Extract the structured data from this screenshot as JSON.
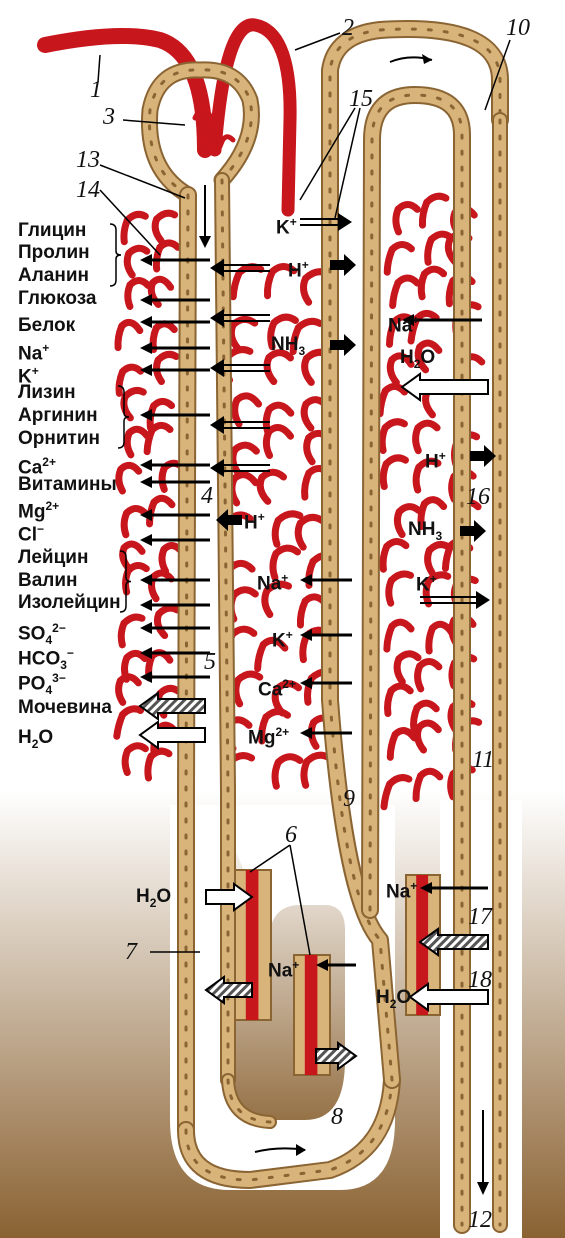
{
  "numbers": {
    "n1": "1",
    "n2": "2",
    "n3": "3",
    "n4": "4",
    "n5": "5",
    "n6": "6",
    "n7": "7",
    "n8": "8",
    "n9": "9",
    "n10": "10",
    "n11": "11",
    "n12": "12",
    "n13": "13",
    "n14": "14",
    "n15": "15",
    "n16": "16",
    "n17": "17",
    "n18": "18"
  },
  "left_substances": {
    "glycine": "Глицин",
    "proline": "Пролин",
    "alanine": "Аланин",
    "glucose": "Глюкоза",
    "protein": "Белок",
    "na": {
      "base": "Na",
      "sup": "+"
    },
    "k": {
      "base": "K",
      "sup": "+"
    },
    "lysine": "Лизин",
    "arginine": "Аргинин",
    "ornithine": "Орнитин",
    "ca": {
      "base": "Ca",
      "sup": "2+"
    },
    "vitamins": "Витамины",
    "mg": {
      "base": "Mg",
      "sup": "2+"
    },
    "cl": {
      "base": "Cl",
      "sup": "−"
    },
    "leucine": "Лейцин",
    "valine": "Валин",
    "isoleucine": "Изолейцин",
    "so4": {
      "base": "SO",
      "sub": "4",
      "sup": "2−"
    },
    "hco3": {
      "base": "HCO",
      "sub": "3",
      "sup": "−"
    },
    "po4": {
      "base": "PO",
      "sub": "4",
      "sup": "3−"
    },
    "urea": "Мочевина",
    "h2o": {
      "base": "H",
      "sub": "2",
      "tail": "O"
    }
  },
  "proximal_secretion": {
    "h": {
      "base": "H",
      "sup": "+"
    },
    "k": {
      "base": "K",
      "sup": "+"
    },
    "h2": {
      "base": "H",
      "sup": "+"
    },
    "nh3": {
      "base": "NH",
      "sub": "3"
    }
  },
  "ascending_limb": {
    "na": {
      "base": "Na",
      "sup": "+"
    },
    "k": {
      "base": "K",
      "sup": "+"
    },
    "ca": {
      "base": "Ca",
      "sup": "2+"
    },
    "mg": {
      "base": "Mg",
      "sup": "2+"
    }
  },
  "distal_and_collecting": {
    "na": {
      "base": "Na",
      "sup": "+"
    },
    "h2o": {
      "base": "H",
      "sub": "2",
      "tail": "O"
    },
    "h": {
      "base": "H",
      "sup": "+"
    },
    "nh3": {
      "base": "NH",
      "sub": "3"
    },
    "k": {
      "base": "K",
      "sup": "+"
    }
  },
  "medulla": {
    "h2o_desc": {
      "base": "H",
      "sub": "2",
      "tail": "O"
    },
    "na_asc": {
      "base": "Na",
      "sup": "+"
    },
    "na_coll": {
      "base": "Na",
      "sup": "+"
    },
    "h2o_coll": {
      "base": "H",
      "sub": "2",
      "tail": "O"
    }
  },
  "colors": {
    "vessel": "#c8161d",
    "tubule": "#d8b47a",
    "tubule_dark": "#8b6433",
    "medulla_top": "#ffffff",
    "medulla_bottom": "#8a6232"
  }
}
